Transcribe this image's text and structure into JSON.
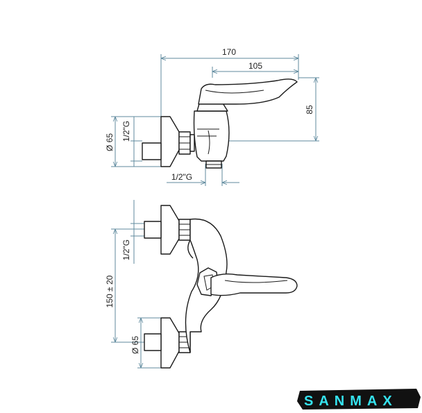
{
  "dimensions": {
    "overall_length": "170",
    "spout_length": "105",
    "spout_height": "85",
    "flange_diameter_side": "Ø 65",
    "inlet_thread_side": "1/2\"G",
    "outlet_thread": "1/2\"G",
    "inlet_thread_top": "1/2\"G",
    "center_distance": "150 ± 20",
    "flange_diameter_top": "Ø 65"
  },
  "logo": {
    "brand": "SANMAX",
    "text_color": "#35e3f0",
    "background_color": "#111111"
  },
  "colors": {
    "dimension_line": "#5f8a9e",
    "outline": "#1a1a1a"
  }
}
